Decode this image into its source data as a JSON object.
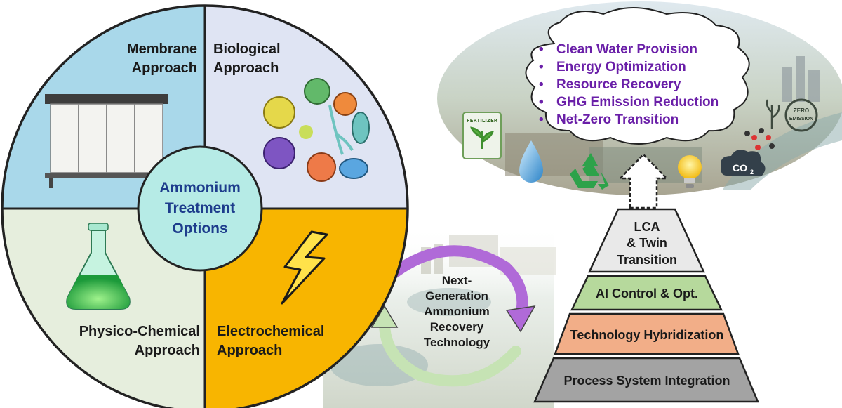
{
  "wheel": {
    "center_lines": [
      "Ammonium",
      "Treatment",
      "Options"
    ],
    "quadrants": [
      {
        "key": "membrane",
        "lines": [
          "Membrane",
          "Approach"
        ],
        "color": "#a9d8ea"
      },
      {
        "key": "biological",
        "lines": [
          "Biological",
          "Approach"
        ],
        "color": "#dfe4f3"
      },
      {
        "key": "physico",
        "lines": [
          "Physico-Chemical",
          "Approach"
        ],
        "color": "#e6eedd"
      },
      {
        "key": "electro",
        "lines": [
          "Electrochemical",
          "Approach"
        ],
        "color": "#f8b500"
      }
    ]
  },
  "cycle": {
    "lines": [
      "Next-",
      "Generation",
      "Ammonium",
      "Recovery",
      "Technology"
    ]
  },
  "cloud": {
    "bullets": [
      "Clean Water Provision",
      "Energy Optimization",
      "Resource Recovery",
      "GHG Emission Reduction",
      "Net-Zero Transition"
    ]
  },
  "icons": {
    "fertilizer_label": "FERTILIZER",
    "co2_label": "CO",
    "co2_sub": "2",
    "zero_label_1": "ZERO",
    "zero_label_2": "EMISSION"
  },
  "pyramid": {
    "top_lines": [
      "LCA",
      "& Twin",
      "Transition"
    ],
    "levels": [
      {
        "label": "AI Control & Opt.",
        "color": "#b6d99c"
      },
      {
        "label": "Technology Hybridization",
        "color": "#f2ae88"
      },
      {
        "label": "Process System Integration",
        "color": "#a3a3a3"
      }
    ]
  },
  "colors": {
    "accent_purple": "#6a1fa8",
    "arrow_purple": "#b06ad8",
    "arrow_green": "#c6e3b4",
    "center_circle": "#b6ebe6"
  }
}
